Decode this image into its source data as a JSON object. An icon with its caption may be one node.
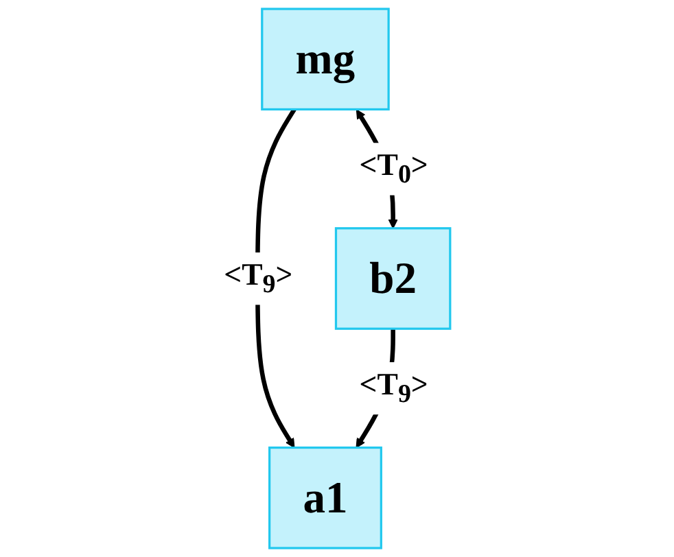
{
  "diagram": {
    "nodes": [
      {
        "text": [
          "mg"
        ]
      },
      {
        "text": [
          "b2"
        ]
      },
      {
        "text": [
          "a1"
        ]
      }
    ],
    "edges": [
      {
        "from": 0,
        "to": 1,
        "arrow": "both",
        "label": "<T$_{0}$>"
      },
      {
        "from": 0,
        "to": 2,
        "arrow": "to",
        "label": "<T$_{9}$>"
      },
      {
        "from": 1,
        "to": 2,
        "arrow": "to",
        "label": "<T$_{9}$>"
      }
    ]
  }
}
